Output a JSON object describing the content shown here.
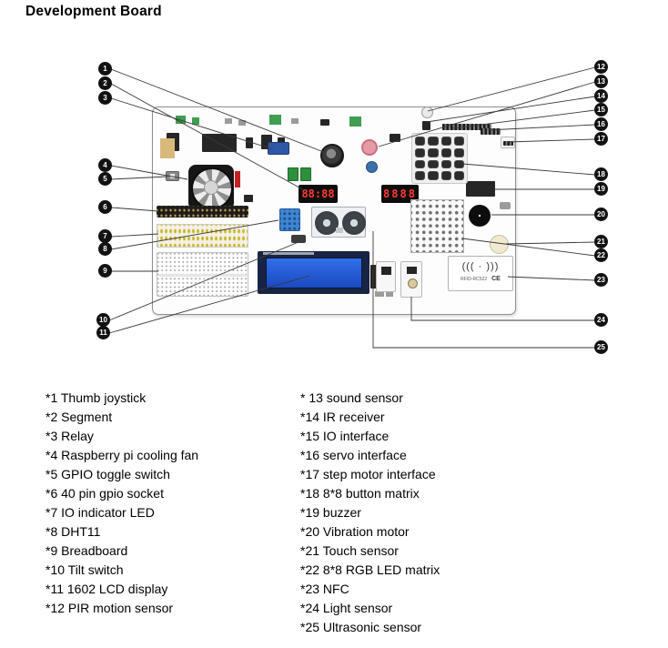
{
  "title": "Development Board",
  "callouts": [
    "1",
    "2",
    "3",
    "4",
    "5",
    "6",
    "7",
    "8",
    "9",
    "10",
    "11",
    "12",
    "13",
    "14",
    "15",
    "16",
    "17",
    "18",
    "19",
    "20",
    "21",
    "22",
    "23",
    "24",
    "25"
  ],
  "board": {
    "segment1": "88:88",
    "segment2": "8888",
    "nfc_symbol": "((( · )))",
    "nfc_label": "RFID-RC522",
    "nfc_ce": "CE"
  },
  "legend": {
    "left": [
      "*1 Thumb joystick",
      "*2 Segment",
      "*3 Relay",
      "*4 Raspberry pi cooling fan",
      "*5 GPIO toggle switch",
      "*6 40 pin gpio socket",
      "*7 IO indicator LED",
      "*8 DHT11",
      "*9 Breadboard",
      "*10 Tilt switch",
      "*11 1602 LCD display",
      "*12 PIR motion sensor"
    ],
    "right": [
      "* 13 sound sensor",
      "*14 IR receiver",
      "*15 IO interface",
      "*16 servo interface",
      "*17 step motor interface",
      "*18 8*8 button matrix",
      "*19 buzzer",
      "*20 Vibration motor",
      "*21 Touch sensor",
      "*22 8*8 RGB LED matrix",
      "*23 NFC",
      "*24 Light sensor",
      "*25 Ultrasonic sensor"
    ]
  }
}
